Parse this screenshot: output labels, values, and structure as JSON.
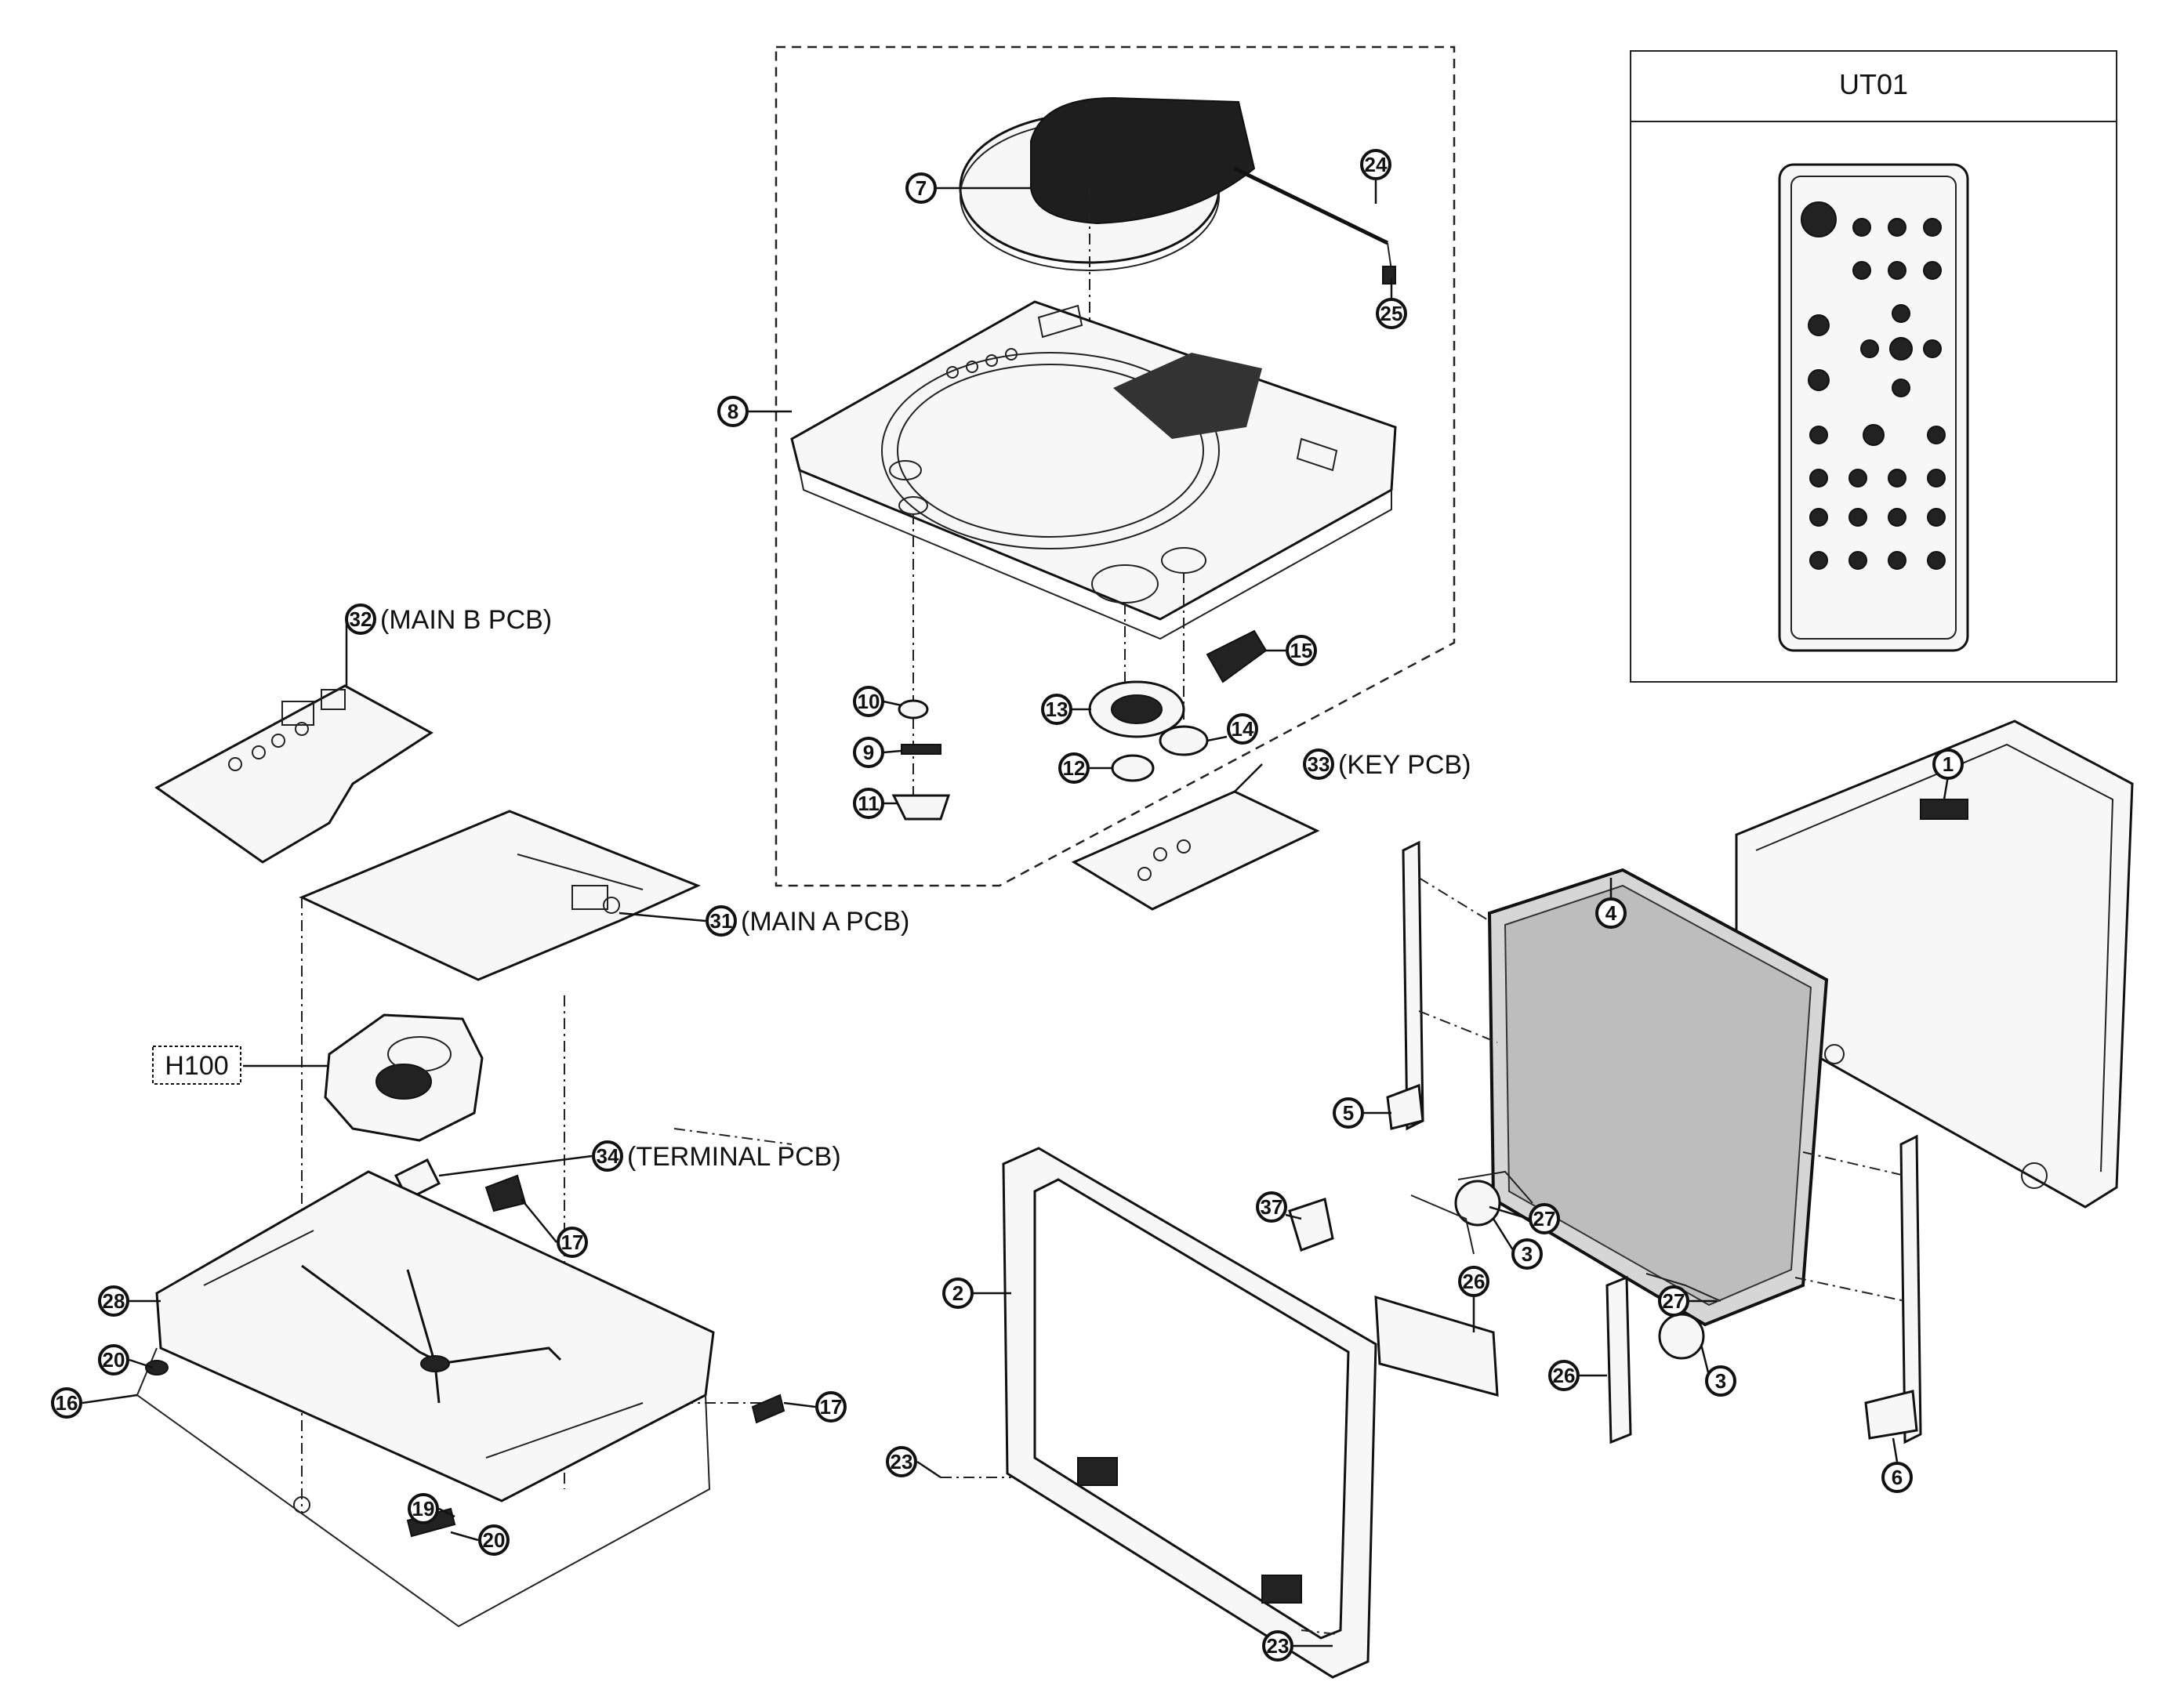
{
  "callouts": {
    "c1": "1",
    "c2": "2",
    "c3a": "3",
    "c3b": "3",
    "c4": "4",
    "c5": "5",
    "c6": "6",
    "c7": "7",
    "c8": "8",
    "c9": "9",
    "c10": "10",
    "c11": "11",
    "c12": "12",
    "c13": "13",
    "c14": "14",
    "c15": "15",
    "c16": "16",
    "c17a": "17",
    "c17b": "17",
    "c19": "19",
    "c20a": "20",
    "c20b": "20",
    "c23a": "23",
    "c23b": "23",
    "c24": "24",
    "c25": "25",
    "c26a": "26",
    "c26b": "26",
    "c27a": "27",
    "c27b": "27",
    "c28": "28",
    "c31": "31",
    "c32": "32",
    "c33": "33",
    "c34": "34",
    "c37": "37"
  },
  "labels": {
    "main_b": "(MAIN B PCB)",
    "main_a": "(MAIN A PCB)",
    "key": "(KEY PCB)",
    "terminal": "(TERMINAL PCB)",
    "h100": "H100",
    "ut01": "UT01"
  }
}
